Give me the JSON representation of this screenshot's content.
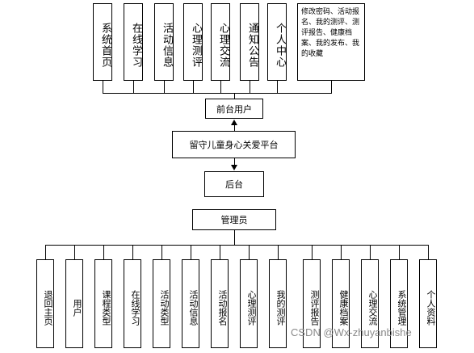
{
  "top_modules": [
    {
      "label": "系统首页"
    },
    {
      "label": "在线学习"
    },
    {
      "label": "活动信息"
    },
    {
      "label": "心理测评"
    },
    {
      "label": "心理交流"
    },
    {
      "label": "通知公告"
    },
    {
      "label": "个人中心"
    }
  ],
  "top_detail": "修改密码、活动报名、我的测评、测评报告、健康档案、我的发布、我的收藏",
  "front_user": "前台用户",
  "platform": "留守儿童身心关爱平台",
  "backend": "后台",
  "admin": "管理员",
  "bottom_modules": [
    {
      "label": "退回主页"
    },
    {
      "label": "用户"
    },
    {
      "label": "课程类型"
    },
    {
      "label": "在线学习"
    },
    {
      "label": "活动类型"
    },
    {
      "label": "活动信息"
    },
    {
      "label": "活动报名"
    },
    {
      "label": "心理测评"
    },
    {
      "label": "我的测评"
    },
    {
      "label": "测评报告"
    },
    {
      "label": "健康档案"
    },
    {
      "label": "心理交流"
    },
    {
      "label": "系统管理"
    },
    {
      "label": "个人资料"
    }
  ],
  "watermark": "CSDN @Wx-zhuyanbishe"
}
